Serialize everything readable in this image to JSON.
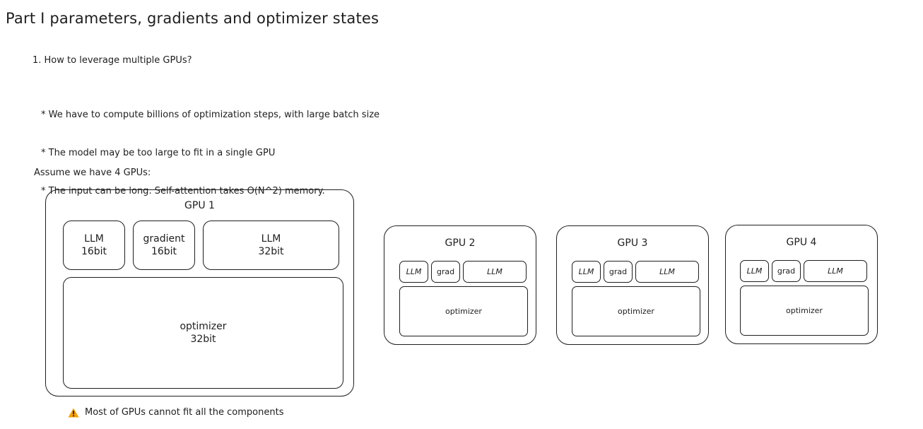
{
  "title": "Part I parameters, gradients and optimizer states",
  "question": "1. How to leverage multiple GPUs?",
  "bullets": [
    "* We have to compute billions of optimization steps, with large batch size",
    "* The model may be too large to fit in a single GPU",
    "* The input can be long. Self-attention takes O(N^2) memory."
  ],
  "assume": "Assume we have 4 GPUs:",
  "gpu1": {
    "label": "GPU 1",
    "llm16": "LLM\n16bit",
    "gradient16": "gradient\n16bit",
    "llm32": "LLM\n32bit",
    "optimizer32": "optimizer\n32bit"
  },
  "gpus_small": [
    {
      "label": "GPU 2",
      "llm": "LLM",
      "grad": "grad",
      "llm2": "LLM",
      "optimizer": "optimizer"
    },
    {
      "label": "GPU 3",
      "llm": "LLM",
      "grad": "grad",
      "llm2": "LLM",
      "optimizer": "optimizer"
    },
    {
      "label": "GPU 4",
      "llm": "LLM",
      "grad": "grad",
      "llm2": "LLM",
      "optimizer": "optimizer"
    }
  ],
  "warning": {
    "icon": "warning-icon",
    "text": "Most of GPUs cannot fit all the components",
    "color": "#f59f00"
  }
}
